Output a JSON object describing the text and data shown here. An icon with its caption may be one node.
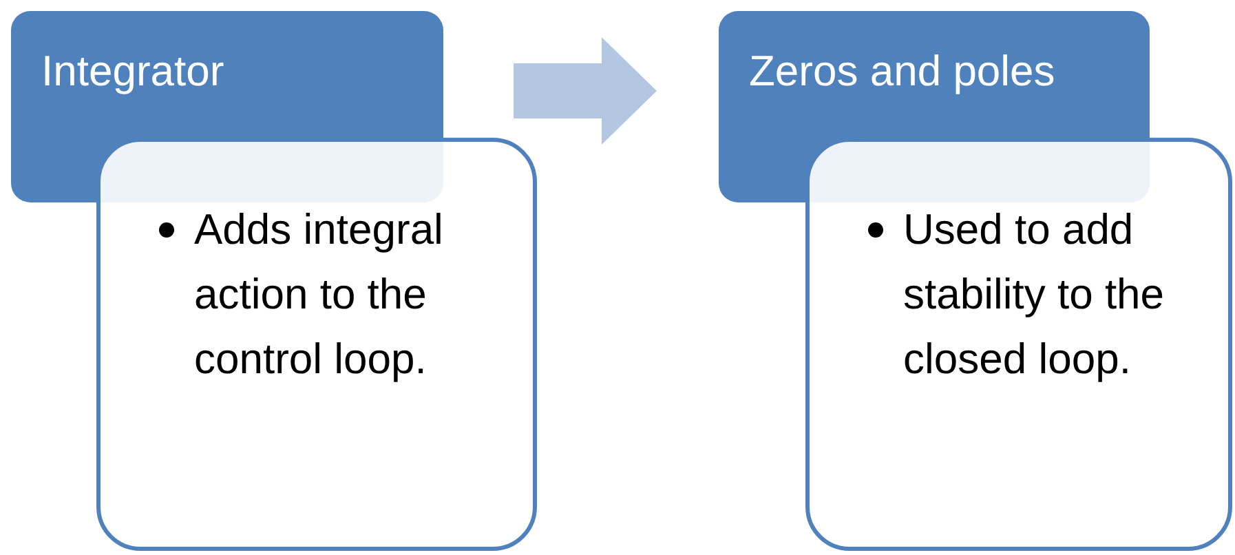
{
  "diagram": {
    "nodes": [
      {
        "text": [
          "Integrator"
        ]
      },
      {
        "text": [
          "Adds integral action to the control loop."
        ]
      },
      {
        "text": [
          "Zeros and poles"
        ]
      },
      {
        "text": [
          "Used to add stability to the closed loop."
        ]
      }
    ],
    "edges": [
      {
        "from": 0,
        "to": 2,
        "arrow": "to",
        "color": "#b4c7e2"
      }
    ]
  }
}
